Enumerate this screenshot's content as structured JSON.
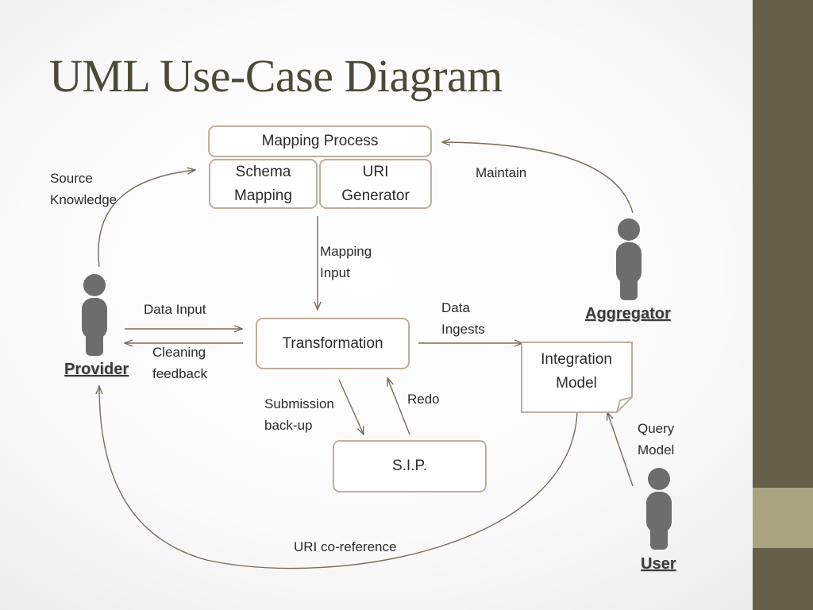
{
  "title": "UML Use-Case Diagram",
  "processes": {
    "mapping_process": "Mapping Process",
    "schema_mapping": "Schema\nMapping",
    "uri_generator": "URI\nGenerator",
    "transformation": "Transformation",
    "sip": "S.I.P.",
    "integration_model": "Integration\nModel"
  },
  "actors": {
    "provider": "Provider",
    "aggregator": "Aggregator",
    "user": "User"
  },
  "edge_labels": {
    "source_knowledge": "Source\nKnowledge",
    "maintain": "Maintain",
    "mapping_input": "Mapping\nInput",
    "data_input": "Data Input",
    "cleaning_feedback": "Cleaning\nfeedback",
    "data_ingests": "Data\nIngests",
    "submission_backup": "Submission\nback-up",
    "redo": "Redo",
    "query_model": "Query\nModel",
    "uri_coreference": "URI co-reference"
  },
  "colors": {
    "sidebar": "#675f49",
    "sidebar_accent": "#a9a37e",
    "title": "#4d4937",
    "box_border": "#bfae9c",
    "arrow": "#7a6b59",
    "actor": "#6d6d6d"
  }
}
